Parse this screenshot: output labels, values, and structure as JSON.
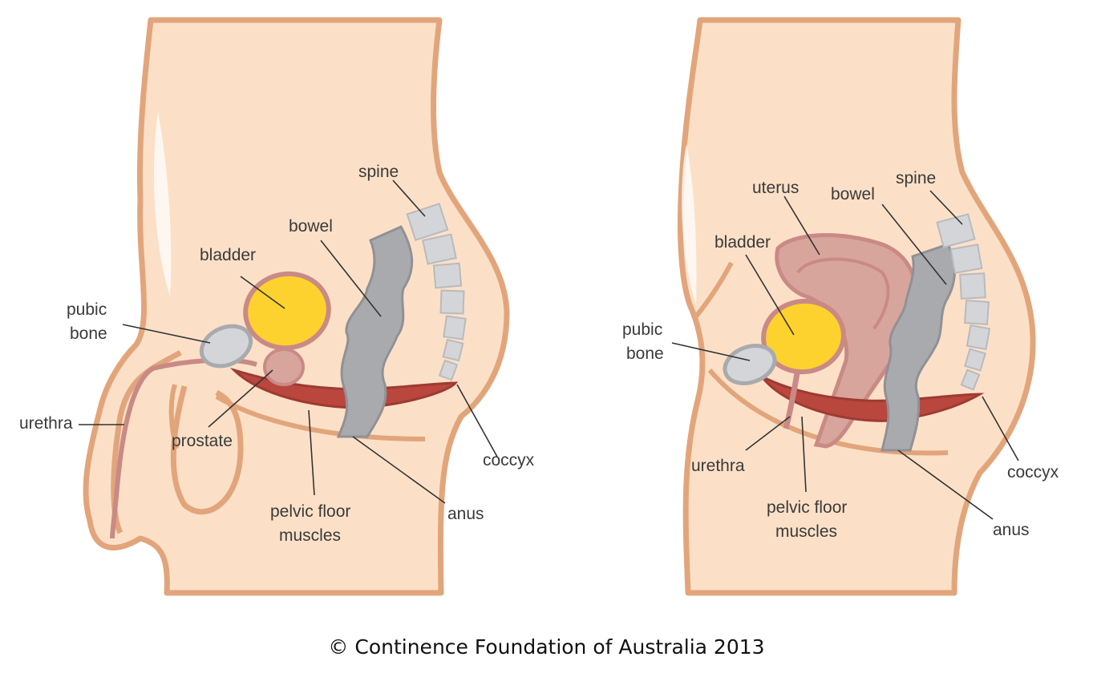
{
  "colors": {
    "skin": "#fbe0c7",
    "skin_outline": "#e2a57b",
    "bladder": "#fdd22e",
    "bladder_outline": "#c98a86",
    "muscle": "#b9473e",
    "bowel": "#a9aaae",
    "bone": "#d4d5d9",
    "uterus": "#d8a59d"
  },
  "male": {
    "labels": {
      "spine": "spine",
      "bowel": "bowel",
      "bladder": "bladder",
      "pubic_bone_1": "pubic",
      "pubic_bone_2": "bone",
      "urethra": "urethra",
      "prostate": "prostate",
      "coccyx": "coccyx",
      "pelvic_floor_1": "pelvic floor",
      "pelvic_floor_2": "muscles",
      "anus": "anus"
    }
  },
  "female": {
    "labels": {
      "uterus": "uterus",
      "bowel": "bowel",
      "spine": "spine",
      "bladder": "bladder",
      "pubic_bone_1": "pubic",
      "pubic_bone_2": "bone",
      "urethra": "urethra",
      "coccyx": "coccyx",
      "pelvic_floor_1": "pelvic floor",
      "pelvic_floor_2": "muscles",
      "anus": "anus"
    }
  },
  "footer": {
    "copyright": "© Continence Foundation of Australia 2013"
  }
}
